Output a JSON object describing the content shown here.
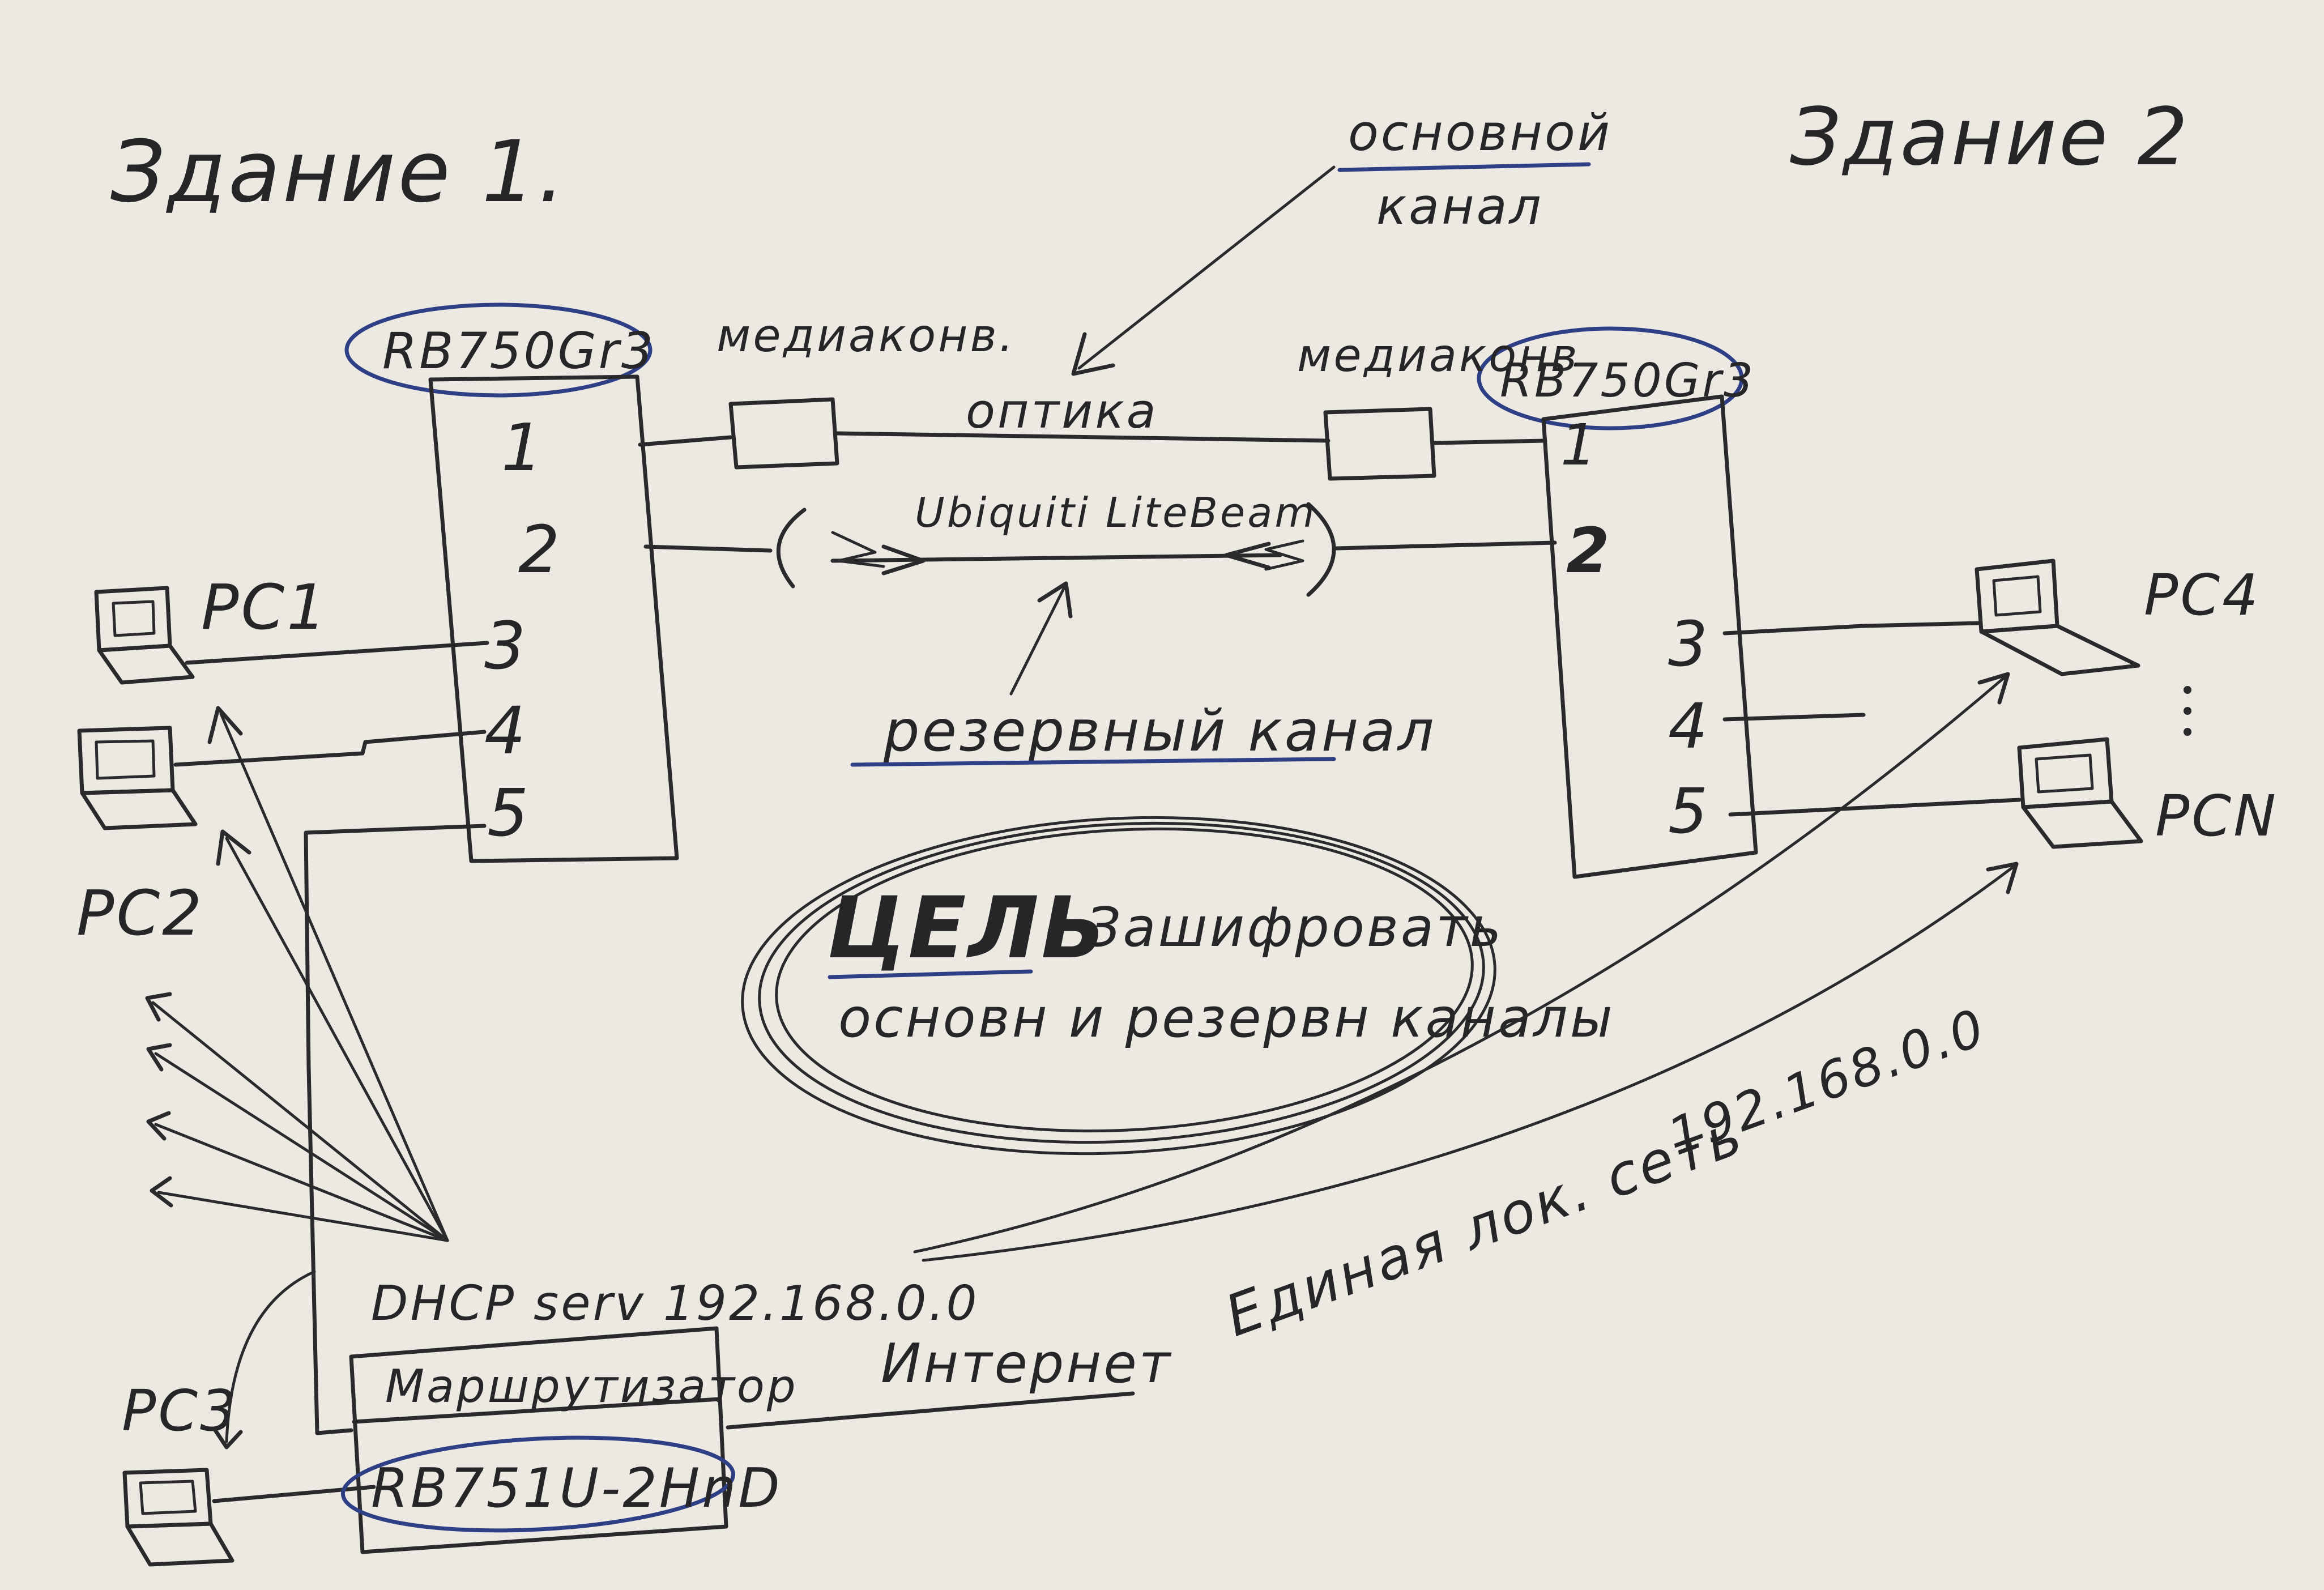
{
  "buildings": {
    "left_title": "Здание 1.",
    "right_title": "Здание 2"
  },
  "devices": {
    "left_router_label": "RB750Gr3",
    "right_router_label": "RB750Gr3",
    "main_router_title": "Маршрутизатор",
    "main_router_model": "RB751U-2HnD"
  },
  "ports": {
    "left": [
      "1",
      "2",
      "3",
      "4",
      "5"
    ],
    "right": [
      "1",
      "2",
      "3",
      "4",
      "5"
    ]
  },
  "links": {
    "media_converter_left": "медиаконв.",
    "media_converter_right": "медиаконв",
    "optical_link": "оптика",
    "wireless_link": "Ubiquiti LiteBeam",
    "internet": "Интернет"
  },
  "annotations": {
    "primary_channel": [
      "основной",
      "канал"
    ],
    "backup_channel": "резервный канал",
    "dhcp_server": "DHCP serv 192.168.0.0",
    "single_lan": "Единая лок. сеть",
    "single_lan_ip": "192.168.0.0",
    "goal_keyword": "ЦЕЛЬ",
    "goal_line1": "- Зашифровать",
    "goal_line2": "основн и резервн каналы"
  },
  "pcs": {
    "pc1": "PC1",
    "pc2": "PC2",
    "pc3": "PC3",
    "pc4": "PC4",
    "pcn": "PCN"
  },
  "colors": {
    "paper": "#ebe9e1",
    "ink": "#2a2a2c",
    "blue_ink": "#2f3f86"
  }
}
